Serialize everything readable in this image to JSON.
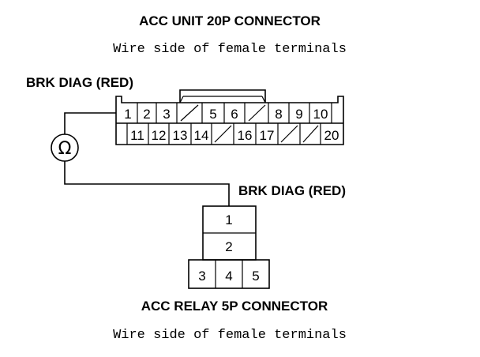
{
  "acc_unit": {
    "title": "ACC UNIT 20P CONNECTOR",
    "subtitle": "Wire side of female terminals",
    "probe_label": "BRK DIAG (RED)",
    "top_row": [
      "1",
      "2",
      "3",
      "",
      "5",
      "6",
      "",
      "8",
      "9",
      "10"
    ],
    "bottom_row": [
      "",
      "11",
      "12",
      "13",
      "14",
      "",
      "16",
      "17",
      "",
      "",
      "20"
    ]
  },
  "meter": {
    "symbol": "Ω"
  },
  "acc_relay": {
    "title": "ACC RELAY 5P CONNECTOR",
    "subtitle": "Wire side of female terminals",
    "probe_label": "BRK DIAG (RED)",
    "upper_cells": [
      "1",
      "2"
    ],
    "lower_cells": [
      "3",
      "4",
      "5"
    ]
  }
}
